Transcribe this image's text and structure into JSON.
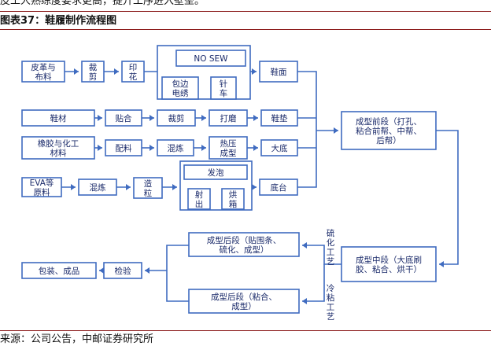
{
  "header": {
    "top_text": "皮工人熟练度要求更高，提升工序进入壁垒。",
    "title": "图表37：鞋履制作流程图",
    "source": "来源：公司公告，中邮证券研究所"
  },
  "diagram": {
    "nodes": {
      "leather": [
        "皮革与",
        "布料"
      ],
      "cut1": [
        "裁",
        "剪"
      ],
      "print": [
        "印",
        "花"
      ],
      "nosew": [
        "NO SEW"
      ],
      "edge": [
        "包边",
        "电绣"
      ],
      "needle": [
        "针",
        "车"
      ],
      "upper": [
        "鞋面"
      ],
      "material": [
        "鞋材"
      ],
      "laminate": [
        "贴合"
      ],
      "cut2": [
        "裁剪"
      ],
      "grind": [
        "打磨"
      ],
      "insole": [
        "鞋垫"
      ],
      "rubber": [
        "橡胶与化工",
        "材料"
      ],
      "mix1": [
        "配料"
      ],
      "knead": [
        "混炼"
      ],
      "hotpress": [
        "热压",
        "成型"
      ],
      "outsole": [
        "大底"
      ],
      "eva": [
        "EVA等",
        "原料"
      ],
      "mix2": [
        "混炼"
      ],
      "pellet": [
        "造",
        "粒"
      ],
      "foam": [
        "发泡"
      ],
      "inject": [
        "射",
        "出"
      ],
      "oven": [
        "烘",
        "箱"
      ],
      "sole": [
        "底台"
      ],
      "front": [
        "成型前段（打孔、",
        "粘合前帮、中帮、",
        "后帮）"
      ],
      "middle": [
        "成型中段（大底刷",
        "胶、粘合、烘干）"
      ],
      "back1": [
        "成型后段（贴围条、",
        "硫化、成型）"
      ],
      "back2": [
        "成型后段（粘合、",
        "成型）"
      ],
      "inspect": [
        "检验"
      ],
      "pack": [
        "包装、成品"
      ]
    },
    "edge_labels": {
      "vulcan": [
        "硫",
        "化",
        "工",
        "艺"
      ],
      "cold": [
        "冷",
        "粘",
        "工",
        "艺"
      ]
    }
  }
}
